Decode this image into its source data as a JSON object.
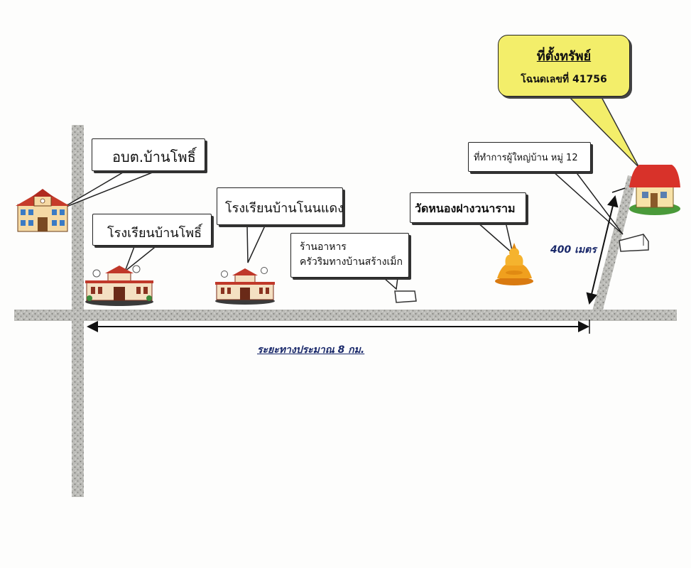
{
  "property": {
    "title": "ที่ตั้งทรัพย์",
    "deed": "โฉนดเลขที่ 41756"
  },
  "landmarks": {
    "sao": "อบต.บ้านโพธิ์",
    "school_pho": "โรงเรียนบ้านโพธิ์",
    "school_non_daeng": "โรงเรียนบ้านโนนแดง",
    "restaurant_line1": "ร้านอาหาร",
    "restaurant_line2": "ครัวริมทางบ้านสร้างเม็ก",
    "temple": "วัดหนองฝางวนาราม",
    "village_headman": "ที่ทำการผู้ใหญ่บ้าน หมู่ 12"
  },
  "distances": {
    "main_road": "ระยะทางประมาณ 8 กม.",
    "side_road": "400 เมตร"
  },
  "colors": {
    "callout_yellow": "#f3ee6a",
    "road": "#b9b9b6",
    "distance_text": "#1b2a6b",
    "roof_red": "#d8322a",
    "temple_gold": "#f0a01e"
  },
  "icons": [
    "municipal-building-icon",
    "school-icon",
    "shop-box-icon",
    "buddha-statue-icon",
    "house-icon"
  ]
}
